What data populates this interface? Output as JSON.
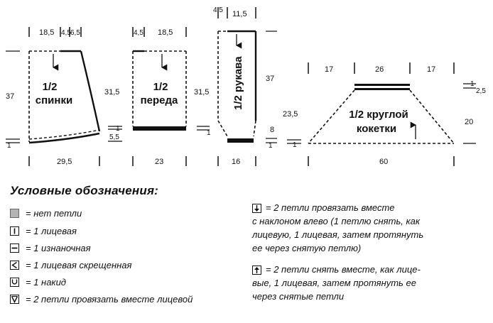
{
  "pieces": {
    "back": {
      "title_line1": "1/2",
      "title_line2": "спинки",
      "top_dims": [
        "18,5",
        "4,5",
        "6,5"
      ],
      "left_height": "37",
      "left_bottom": "1",
      "bottom_width": "29,5"
    },
    "front": {
      "title_line1": "1/2",
      "title_line2": "переда",
      "top_dims": [
        "4,5",
        "18,5"
      ],
      "left_height": "31,5",
      "left_small": "1",
      "left_small2": "5,5",
      "bottom_width": "23"
    },
    "sleeve": {
      "title": "1/2 рукава",
      "top_dims": [
        "4,5",
        "11,5"
      ],
      "left_height": "31,5",
      "left_bottom": "1",
      "right_height": "37",
      "right_cuff": "8",
      "right_bottom": "1",
      "bottom_width": "16"
    },
    "yoke": {
      "title_line1": "1/2 круглой",
      "title_line2": "кокетки",
      "top_dims": [
        "17",
        "26",
        "17"
      ],
      "left_height": "23,5",
      "left_bottom": "1",
      "right_top_1": "1",
      "right_top_2": "2,5",
      "right_height": "20",
      "bottom_width": "60"
    }
  },
  "legend": {
    "title": "Условные обозначения:",
    "items": [
      {
        "icon": "gray-square-icon",
        "text": "= нет петли"
      },
      {
        "icon": "vertical-bar-icon",
        "text": "= 1 лицевая"
      },
      {
        "icon": "horizontal-bar-icon",
        "text": "= 1 изнаночная"
      },
      {
        "icon": "less-than-icon",
        "text": "= 1 лицевая скрещенная"
      },
      {
        "icon": "u-shape-icon",
        "text": "= 1 накид"
      },
      {
        "icon": "v-triangle-icon",
        "text": "= 2 петли провязать вместе лицевой"
      }
    ],
    "notes": [
      {
        "icon": "arrow-down-icon",
        "lines": [
          "= 2 петли провязать вместе",
          "с наклоном влево (1 петлю снять, как",
          "лицевую, 1 лицевая, затем протянуть",
          "ее через снятую петлю)"
        ]
      },
      {
        "icon": "arrow-up-icon",
        "lines": [
          "= 2 петли снять вместе, как лице-",
          "вые, 1 лицевая, затем протянуть ее",
          "через снятые петли"
        ]
      }
    ]
  }
}
